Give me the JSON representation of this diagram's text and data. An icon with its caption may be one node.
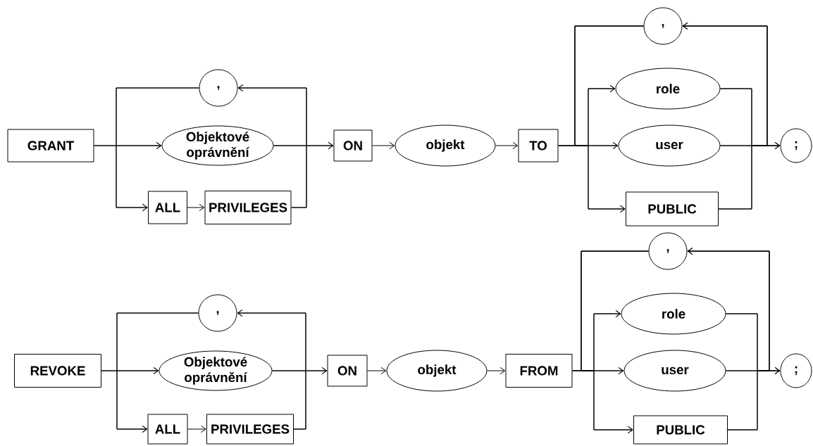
{
  "diagram": {
    "nodes": [
      {
        "text": [
          "GRANT"
        ]
      },
      {
        "text": [
          ","
        ]
      },
      {
        "text": [
          "Objektové oprávnění"
        ]
      },
      {
        "text": [
          "ALL"
        ]
      },
      {
        "text": [
          "PRIVILEGES"
        ]
      },
      {
        "text": [
          "ON"
        ]
      },
      {
        "text": [
          "objekt"
        ]
      },
      {
        "text": [
          "TO"
        ]
      },
      {
        "text": [
          ","
        ]
      },
      {
        "text": [
          "role"
        ]
      },
      {
        "text": [
          "user"
        ]
      },
      {
        "text": [
          "PUBLIC"
        ]
      },
      {
        "text": [
          ";"
        ]
      },
      {
        "text": [
          "REVOKE"
        ]
      },
      {
        "text": [
          ","
        ]
      },
      {
        "text": [
          "Objektové oprávnění"
        ]
      },
      {
        "text": [
          "ALL"
        ]
      },
      {
        "text": [
          "PRIVILEGES"
        ]
      },
      {
        "text": [
          "ON"
        ]
      },
      {
        "text": [
          "objekt"
        ]
      },
      {
        "text": [
          "FROM"
        ]
      },
      {
        "text": [
          ","
        ]
      },
      {
        "text": [
          "role"
        ]
      },
      {
        "text": [
          "user"
        ]
      },
      {
        "text": [
          "PUBLIC"
        ]
      },
      {
        "text": [
          ";"
        ]
      }
    ],
    "edges": [
      {
        "from": 0,
        "to": 2,
        "arrow": "to"
      },
      {
        "from": 0,
        "to": 3,
        "arrow": "to"
      },
      {
        "from": 2,
        "to": 5,
        "arrow": "to"
      },
      {
        "from": 3,
        "to": 4,
        "arrow": "to"
      },
      {
        "from": 4,
        "to": 5,
        "arrow": "to"
      },
      {
        "from": 2,
        "to": 1,
        "arrow": "to"
      },
      {
        "from": 4,
        "to": 1,
        "arrow": "to"
      },
      {
        "from": 1,
        "to": 2,
        "arrow": "to"
      },
      {
        "from": 1,
        "to": 3,
        "arrow": "to"
      },
      {
        "from": 5,
        "to": 6,
        "arrow": "to"
      },
      {
        "from": 6,
        "to": 7,
        "arrow": "to"
      },
      {
        "from": 7,
        "to": 9,
        "arrow": "to"
      },
      {
        "from": 7,
        "to": 10,
        "arrow": "to"
      },
      {
        "from": 7,
        "to": 11,
        "arrow": "to"
      },
      {
        "from": 9,
        "to": 12,
        "arrow": "to"
      },
      {
        "from": 10,
        "to": 12,
        "arrow": "to"
      },
      {
        "from": 11,
        "to": 12,
        "arrow": "to"
      },
      {
        "from": 9,
        "to": 8,
        "arrow": "to"
      },
      {
        "from": 10,
        "to": 8,
        "arrow": "to"
      },
      {
        "from": 11,
        "to": 8,
        "arrow": "to"
      },
      {
        "from": 8,
        "to": 9,
        "arrow": "to"
      },
      {
        "from": 8,
        "to": 10,
        "arrow": "to"
      },
      {
        "from": 8,
        "to": 11,
        "arrow": "to"
      },
      {
        "from": 13,
        "to": 15,
        "arrow": "to"
      },
      {
        "from": 13,
        "to": 16,
        "arrow": "to"
      },
      {
        "from": 15,
        "to": 18,
        "arrow": "to"
      },
      {
        "from": 16,
        "to": 17,
        "arrow": "to"
      },
      {
        "from": 17,
        "to": 18,
        "arrow": "to"
      },
      {
        "from": 15,
        "to": 14,
        "arrow": "to"
      },
      {
        "from": 17,
        "to": 14,
        "arrow": "to"
      },
      {
        "from": 14,
        "to": 15,
        "arrow": "to"
      },
      {
        "from": 14,
        "to": 16,
        "arrow": "to"
      },
      {
        "from": 18,
        "to": 19,
        "arrow": "to"
      },
      {
        "from": 19,
        "to": 20,
        "arrow": "to"
      },
      {
        "from": 20,
        "to": 22,
        "arrow": "to"
      },
      {
        "from": 20,
        "to": 23,
        "arrow": "to"
      },
      {
        "from": 20,
        "to": 24,
        "arrow": "to"
      },
      {
        "from": 22,
        "to": 25,
        "arrow": "to"
      },
      {
        "from": 23,
        "to": 25,
        "arrow": "to"
      },
      {
        "from": 24,
        "to": 25,
        "arrow": "to"
      },
      {
        "from": 22,
        "to": 21,
        "arrow": "to"
      },
      {
        "from": 23,
        "to": 21,
        "arrow": "to"
      },
      {
        "from": 24,
        "to": 21,
        "arrow": "to"
      },
      {
        "from": 21,
        "to": 22,
        "arrow": "to"
      },
      {
        "from": 21,
        "to": 23,
        "arrow": "to"
      },
      {
        "from": 21,
        "to": 24,
        "arrow": "to"
      }
    ]
  }
}
